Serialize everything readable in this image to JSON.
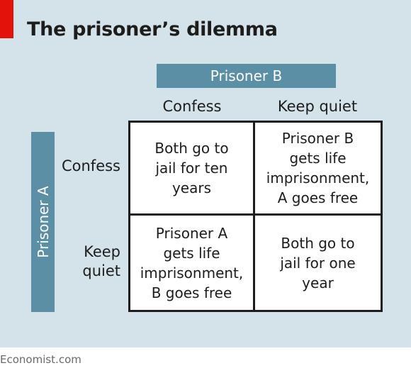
{
  "title": "The prisoner’s dilemma",
  "player_b": "Prisoner B",
  "player_a": "Prisoner A",
  "columns": [
    "Confess",
    "Keep quiet"
  ],
  "rows": [
    "Confess",
    "Keep\nquiet"
  ],
  "outcomes": {
    "confess_confess": "Both go to\njail for ten\nyears",
    "confess_quiet": "Prisoner B\ngets life\nimprisonment,\nA goes free",
    "quiet_confess": "Prisoner A\ngets life\nimprisonment,\nB goes free",
    "quiet_quiet": "Both go to\njail for one\nyear"
  },
  "source": "Economist.com",
  "colors": {
    "background": "#d4e2ea",
    "accent_bar": "#5b8fa5",
    "brand_red": "#e3120b",
    "text": "#1d1d1b"
  }
}
